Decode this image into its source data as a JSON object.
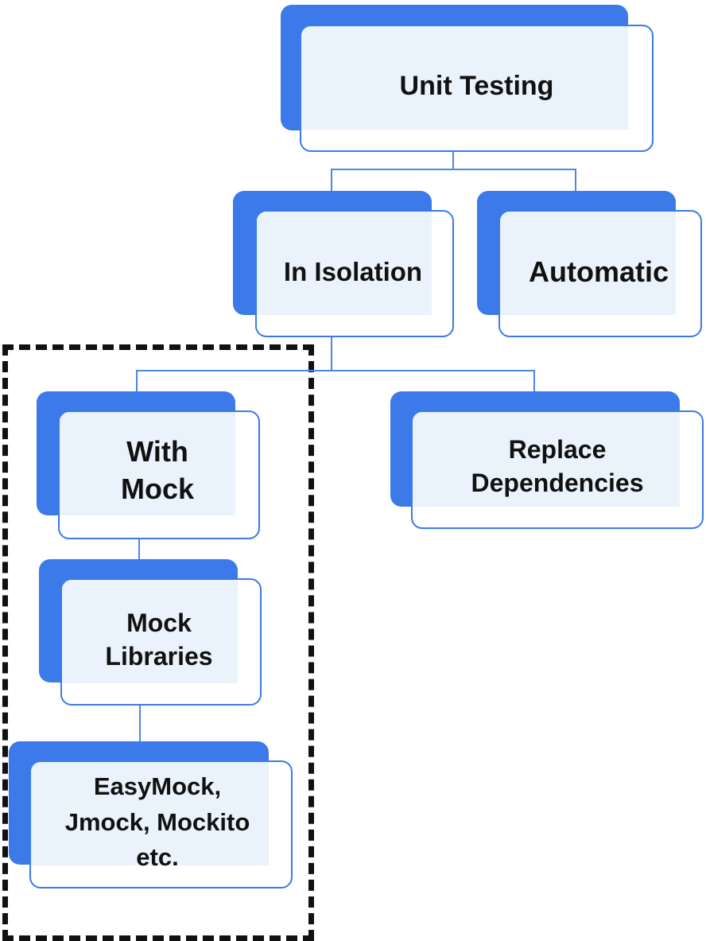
{
  "colors": {
    "accent": "#3b7ae8",
    "card_fill": "#eaf3fb",
    "connector": "#4d86e6",
    "highlight_border": "#111111"
  },
  "nodes": {
    "root": {
      "label": "Unit Testing"
    },
    "in_isolation": {
      "label": "In Isolation"
    },
    "automatic": {
      "label": "Automatic"
    },
    "with_mock": {
      "label": "With\nMock"
    },
    "replace_dependencies": {
      "label": "Replace\nDependencies"
    },
    "mock_libraries": {
      "label": "Mock\nLibraries"
    },
    "examples": {
      "label": "EasyMock,\nJmock, Mockito\netc."
    }
  }
}
